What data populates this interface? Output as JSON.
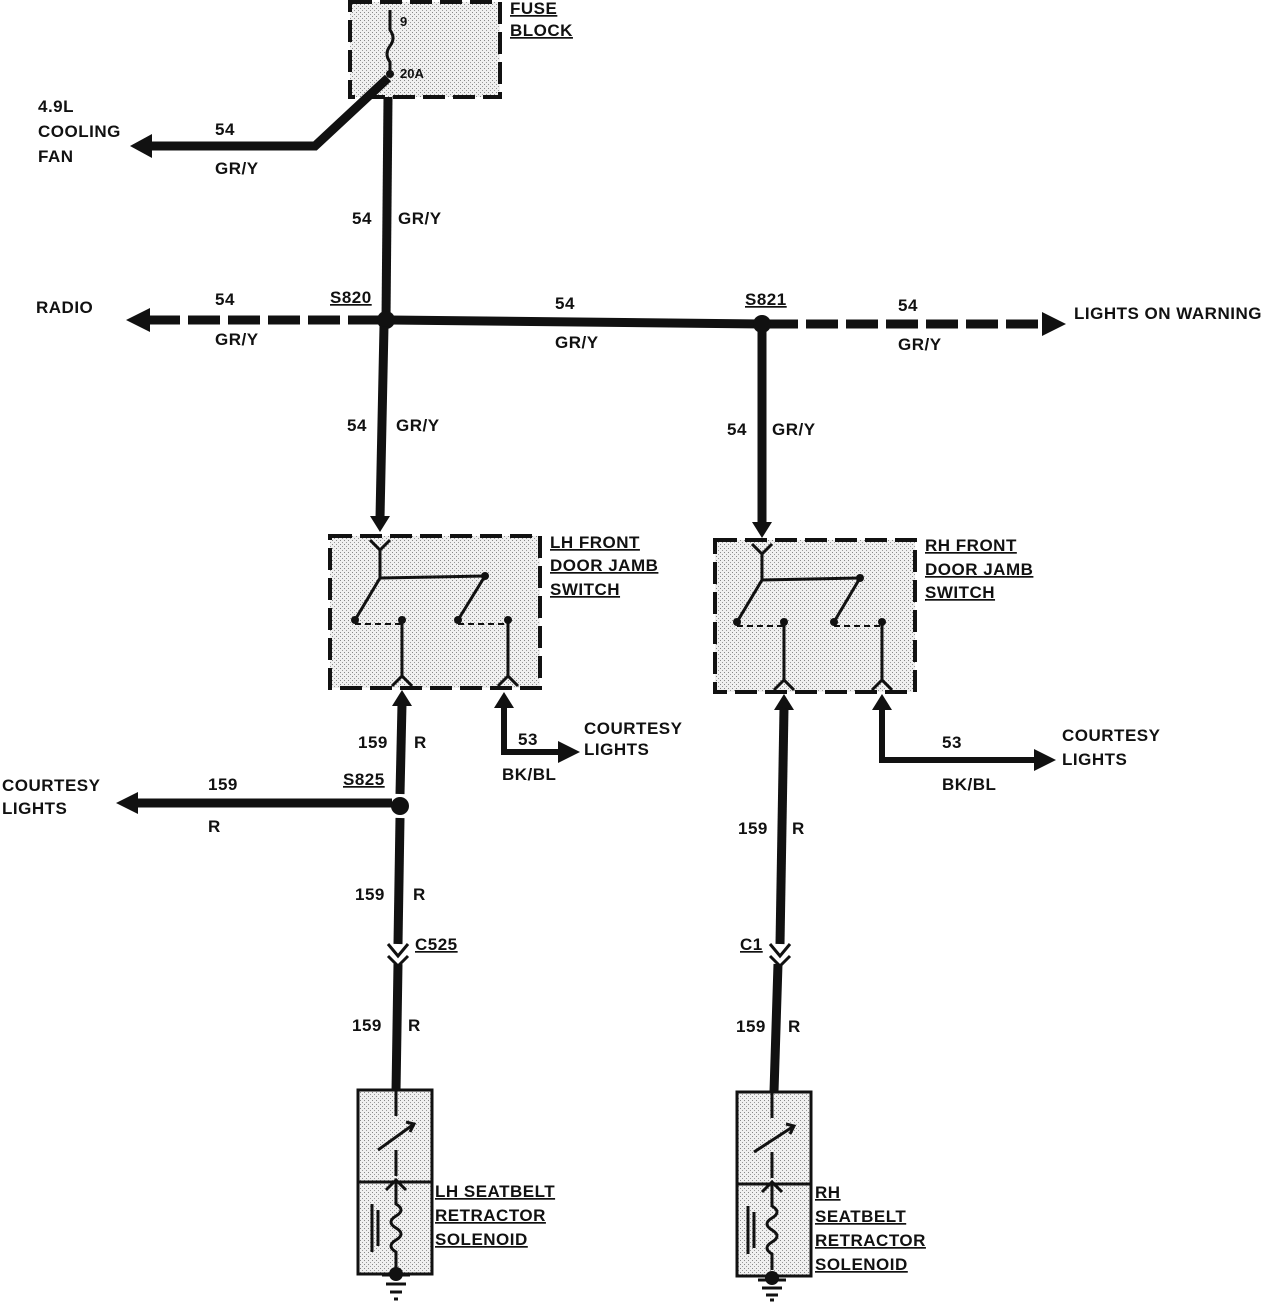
{
  "fuse_block": {
    "title_line1": "FUSE",
    "title_line2": "BLOCK",
    "fuse_number": "9",
    "rating": "20A"
  },
  "cooling_fan": {
    "line1": "4.9L",
    "line2": "COOLING",
    "line3": "FAN",
    "circuit": "54",
    "color": "GR/Y"
  },
  "feed": {
    "circuit": "54",
    "color": "GR/Y"
  },
  "bus": {
    "radio": {
      "label": "RADIO",
      "circuit": "54",
      "color": "GR/Y"
    },
    "splice_s820": "S820",
    "middle": {
      "circuit": "54",
      "color": "GR/Y"
    },
    "splice_s821": "S821",
    "lights_on": {
      "label": "LIGHTS ON WARNING",
      "circuit": "54",
      "color": "GR/Y"
    }
  },
  "lh_drop": {
    "circuit": "54",
    "color": "GR/Y"
  },
  "rh_drop": {
    "circuit": "54",
    "color": "GR/Y"
  },
  "lh_switch": {
    "line1": "LH FRONT",
    "line2": "DOOR JAMB",
    "line3": "SWITCH"
  },
  "rh_switch": {
    "line1": "RH FRONT",
    "line2": "DOOR JAMB",
    "line3": "SWITCH"
  },
  "lh_courtesy_out": {
    "line1": "COURTESY",
    "line2": "LIGHTS",
    "circuit": "53",
    "color": "BK/BL"
  },
  "rh_courtesy_out": {
    "line1": "COURTESY",
    "line2": "LIGHTS",
    "circuit": "53",
    "color": "BK/BL"
  },
  "lh_lower": {
    "upper": {
      "circuit": "159",
      "color": "R"
    },
    "splice_s825": "S825",
    "mid": {
      "circuit": "159",
      "color": "R"
    },
    "connector": "C525",
    "low": {
      "circuit": "159",
      "color": "R"
    }
  },
  "courtesy_left": {
    "line1": "COURTESY",
    "line2": "LIGHTS",
    "circuit": "159",
    "color": "R"
  },
  "rh_lower": {
    "upper": {
      "circuit": "159",
      "color": "R"
    },
    "connector": "C1",
    "low": {
      "circuit": "159",
      "color": "R"
    }
  },
  "lh_solenoid": {
    "line1": "LH SEATBELT",
    "line2": "RETRACTOR",
    "line3": "SOLENOID"
  },
  "rh_solenoid": {
    "line1": "RH",
    "line2": "SEATBELT",
    "line3": "RETRACTOR",
    "line4": "SOLENOID"
  }
}
